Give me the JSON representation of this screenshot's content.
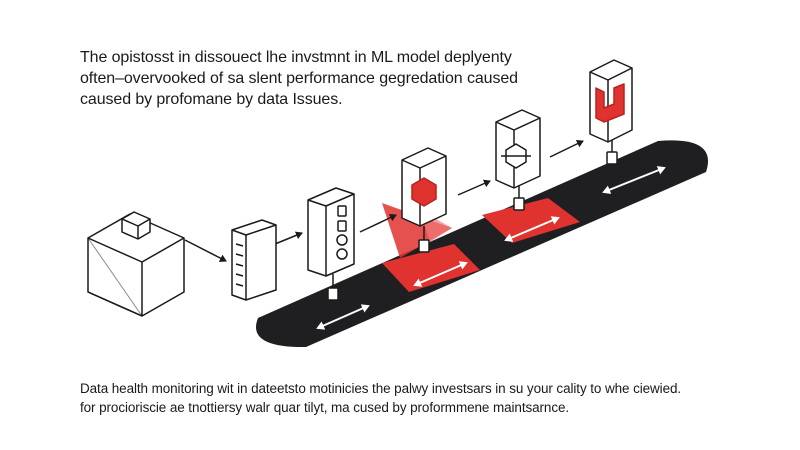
{
  "intro": {
    "lines": [
      "The opistosst in dissouect lhe invstmnt in ML model deplyenty",
      "often–overvooked of sa slent performance gegredation caused",
      "caused by profomane by data Issues."
    ]
  },
  "diagram": {
    "colors": {
      "stroke": "#1a1a1a",
      "track": "#1f1f22",
      "accent": "#e0322f",
      "arrow_on_track": "#ffffff"
    },
    "stages": [
      {
        "id": "data-cube",
        "icon": "cube-icon"
      },
      {
        "id": "server-rack",
        "icon": "server-rack-icon"
      },
      {
        "id": "model-tower",
        "icon": "model-tower-icon"
      },
      {
        "id": "red-core-unit",
        "icon": "red-hexagon-core-icon"
      },
      {
        "id": "monitor-unit",
        "icon": "monitor-unit-icon"
      },
      {
        "id": "top-red-unit",
        "icon": "u-shape-red-icon"
      }
    ]
  },
  "outro": {
    "lines": [
      "Data health monitoring wit in dateetsto motinicies the palwy investsars in su your cality to whe ciewied.",
      "for procioriscie ae tnottiersy walr quar tilyt, ma cused by proformmene maintsarnce."
    ]
  }
}
